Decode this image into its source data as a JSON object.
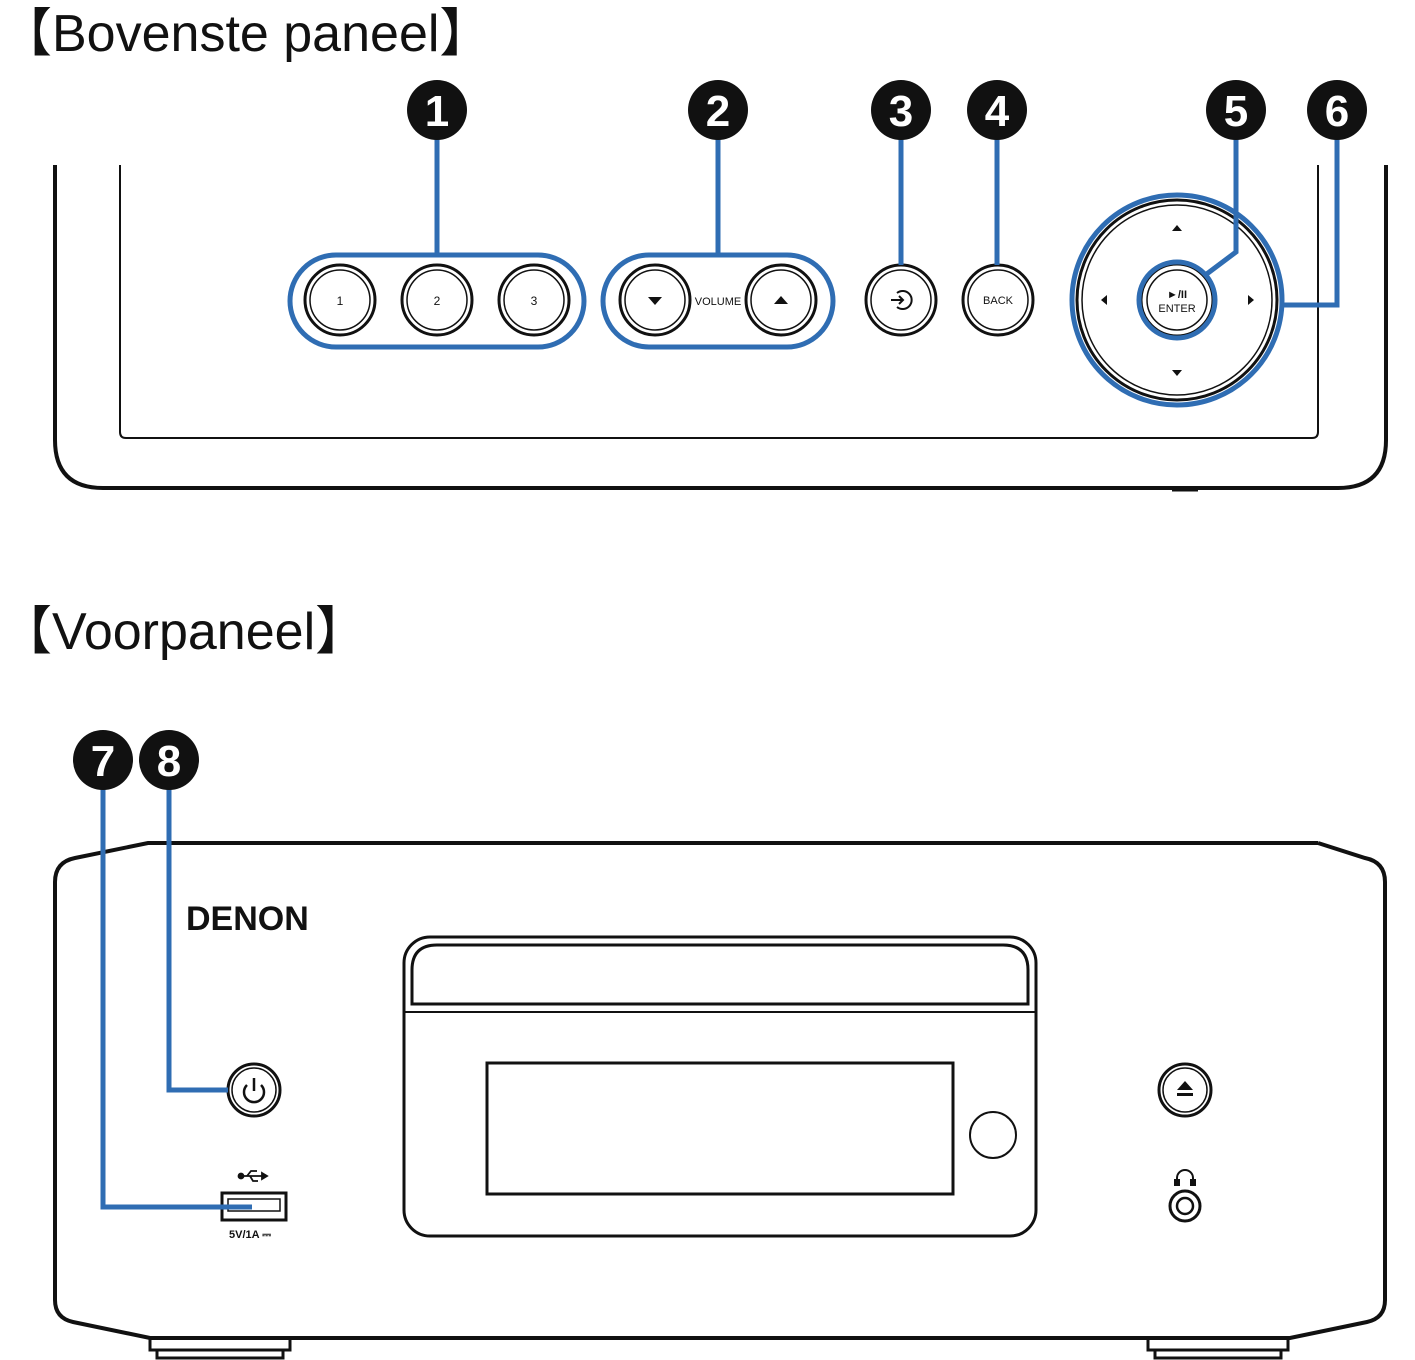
{
  "sections": {
    "top_heading": "【Bovenste paneel】",
    "front_heading": "【Voorpaneel】"
  },
  "top_panel": {
    "preset_labels": [
      "1",
      "2",
      "3"
    ],
    "volume_label": "VOLUME",
    "back_label": "BACK",
    "enter_symbol": "►/II",
    "enter_label": "ENTER"
  },
  "front_panel": {
    "brand": "DENON",
    "usb_rating": "5V/1A ⎓"
  },
  "callouts": [
    "1",
    "2",
    "3",
    "4",
    "5",
    "6",
    "7",
    "8"
  ],
  "colors": {
    "callout_line": "#2f6db3",
    "callout_badge": "#111111",
    "outline": "#111111"
  },
  "icons": {
    "source": "input-source-icon",
    "power": "power-icon",
    "eject": "eject-icon",
    "usb": "usb-icon",
    "headphones": "headphones-icon"
  }
}
